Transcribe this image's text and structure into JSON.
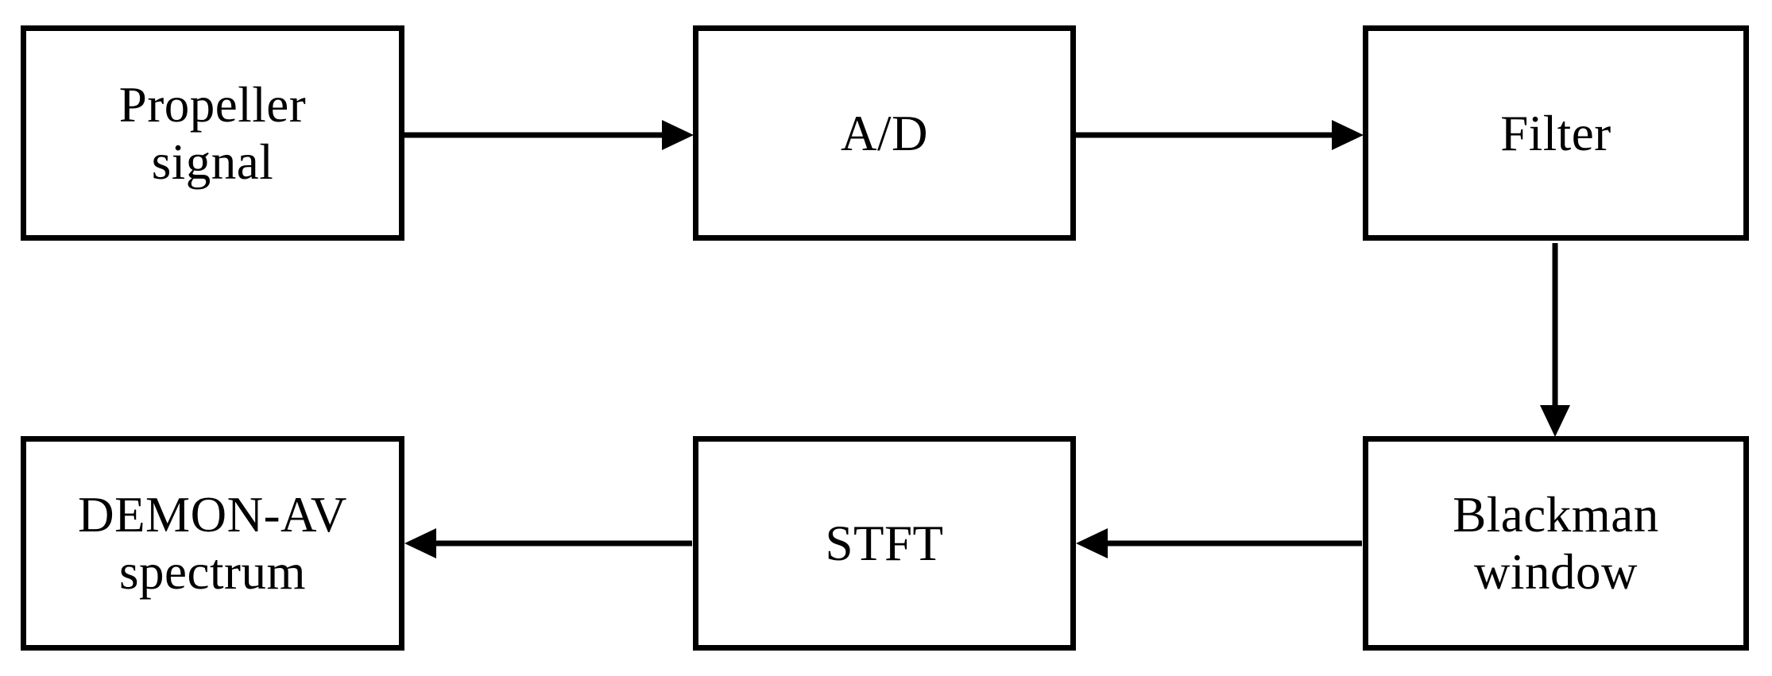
{
  "figure": {
    "description": "Block diagram of DEMON-AV spectrum processing chain",
    "background_color": "#ffffff",
    "stroke_color": "#000000",
    "nodes": [
      {
        "id": "propeller-signal",
        "lines": [
          "Propeller",
          "signal"
        ]
      },
      {
        "id": "a-d",
        "lines": [
          "A/D"
        ]
      },
      {
        "id": "filter",
        "lines": [
          "Filter"
        ]
      },
      {
        "id": "blackman-window",
        "lines": [
          "Blackman",
          "window"
        ]
      },
      {
        "id": "stft",
        "lines": [
          "STFT"
        ]
      },
      {
        "id": "demon-av-spectrum",
        "lines": [
          "DEMON-AV",
          "spectrum"
        ]
      }
    ],
    "edges": [
      {
        "from": "propeller-signal",
        "to": "a-d",
        "direction": "right"
      },
      {
        "from": "a-d",
        "to": "filter",
        "direction": "right"
      },
      {
        "from": "filter",
        "to": "blackman-window",
        "direction": "down"
      },
      {
        "from": "blackman-window",
        "to": "stft",
        "direction": "left"
      },
      {
        "from": "stft",
        "to": "demon-av-spectrum",
        "direction": "left"
      }
    ]
  }
}
